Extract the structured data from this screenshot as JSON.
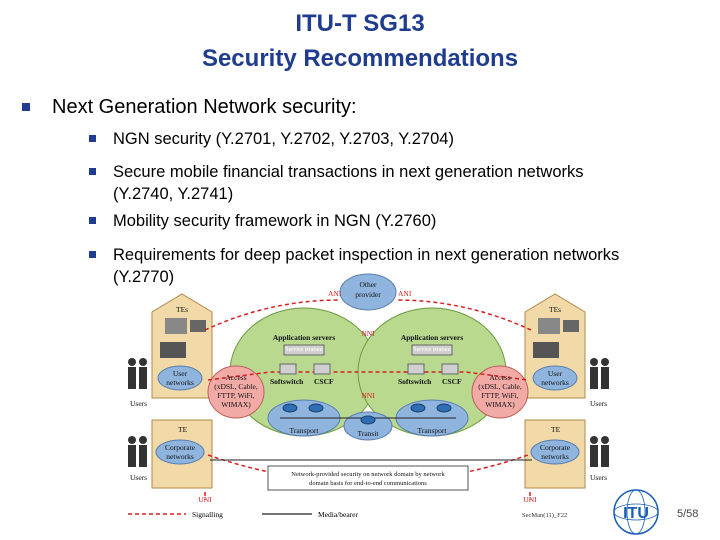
{
  "title_line1": "ITU-T SG13",
  "title_line2": "Security Recommendations",
  "main_bullet": "Next Generation Network security:",
  "sub_bullets": [
    {
      "line1": "NGN security (Y.2701, Y.2702, Y.2703, Y.2704)",
      "line2": ""
    },
    {
      "line1": "Secure mobile financial transactions in next generation networks",
      "line2": "(Y.2740, Y.2741)"
    },
    {
      "line1": "Mobility security framework in NGN (Y.2760)",
      "line2": ""
    },
    {
      "line1": "Requirements for deep packet inspection in next generation networks",
      "line2": "(Y.2770)"
    }
  ],
  "diagram": {
    "other_provider_line1": "Other",
    "other_provider_line2": "provider",
    "ani_left": "ANI",
    "ani_right": "ANI",
    "nni_top": "NNI",
    "nni_bottom": "NNI",
    "app_servers": "Application servers",
    "service_stratum": "Service stratum",
    "softswitch": "Softswitch",
    "cscf": "CSCF",
    "transport_left": "Transport",
    "transit": "Transit",
    "transport_right": "Transport",
    "access_line1": "Access",
    "access_line2": "(xDSL, Cable,",
    "access_line3": "FTTP, WiFi,",
    "access_line4": "WIMAX)",
    "tes": "TEs",
    "te": "TE",
    "user_networks_line1": "User",
    "user_networks_line2": "networks",
    "corporate_networks_line1": "Corporate",
    "corporate_networks_line2": "networks",
    "users": "Users",
    "uni_left": "UNI",
    "uni_right": "UNI",
    "caption_line1": "Network-provided security on network domain by network",
    "caption_line2": "domain basis for end-to-end communications",
    "legend_signalling": "Signalling",
    "legend_media": "Media/bearer",
    "figure_id": "SecMan(11)_F22"
  },
  "logo_text": "ITU",
  "page_number": "5/58",
  "colors": {
    "title": "#1f3c8f",
    "bullet": "#1f3c8f",
    "cloud": "#b8d98e",
    "signalling": "#d62020"
  }
}
